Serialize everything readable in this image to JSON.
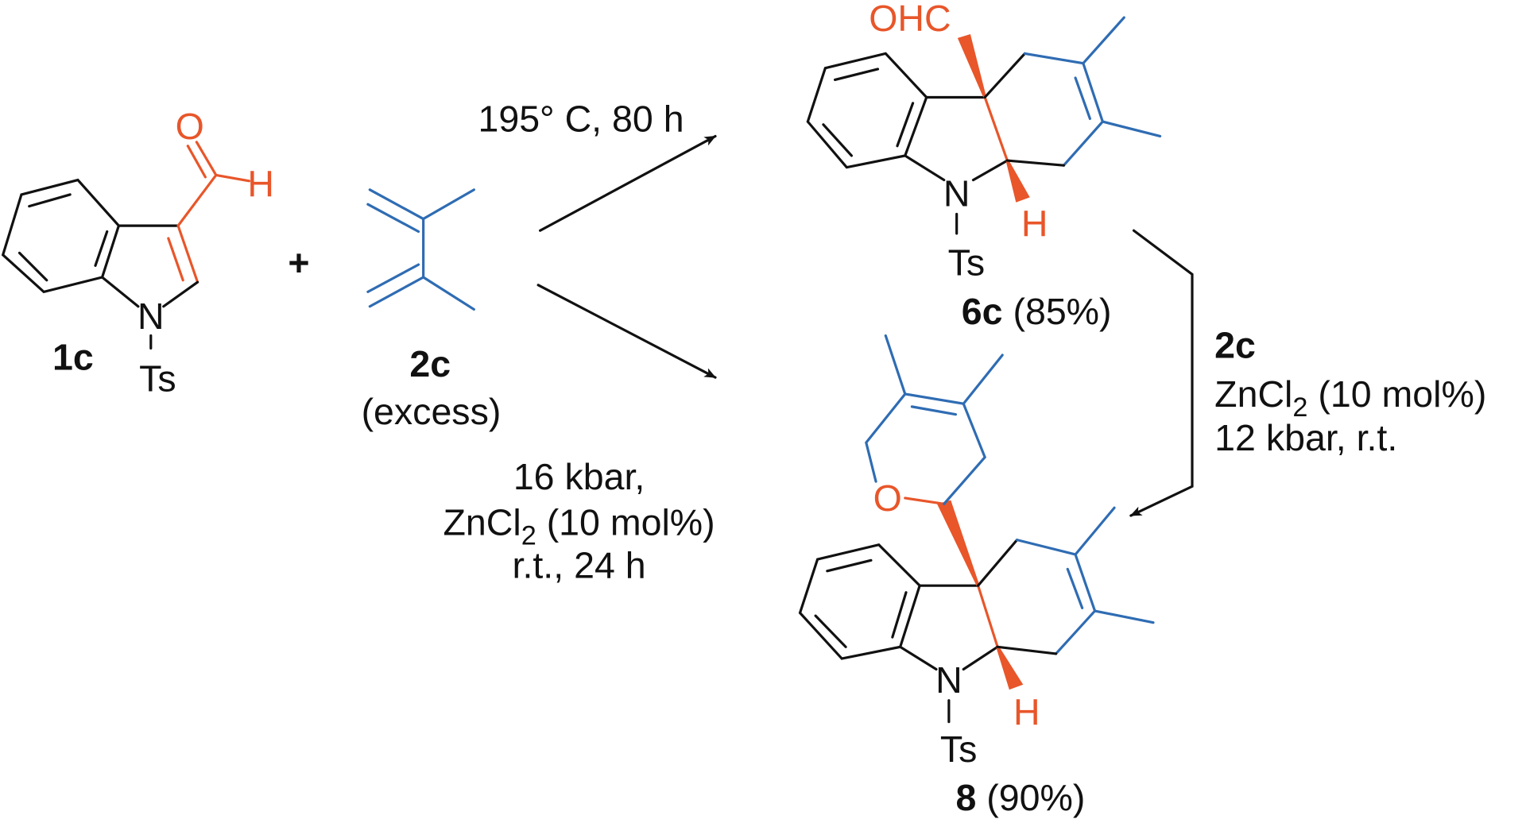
{
  "title": "Reaction scheme of 1c with 2c",
  "colors": {
    "bond": "#111111",
    "aldehyde": "#e8562a",
    "diene": "#2f6cb3"
  },
  "reactant1": {
    "label": "1c",
    "atoms": {
      "O": "O",
      "H": "H",
      "N": "N",
      "Ts": "Ts"
    }
  },
  "plus": "+",
  "reactant2": {
    "label": "2c",
    "note": "(excess)"
  },
  "upper_arrow": {
    "conditions": "195° C, 80 h"
  },
  "lower_arrow": {
    "line1": "16 kbar,",
    "line2_pre": "ZnCl",
    "line2_sub": "2",
    "line2_post": " (10 mol%)",
    "line3": "r.t., 24 h"
  },
  "product_6c": {
    "label": "6c",
    "yield": " (85%)",
    "atoms": {
      "OHC": "OHC",
      "N": "N",
      "H": "H",
      "Ts": "Ts"
    }
  },
  "side_arrow": {
    "reagent": "2c",
    "line2_pre": "ZnCl",
    "line2_sub": "2",
    "line2_post": " (10 mol%)",
    "line3": "12 kbar, r.t."
  },
  "product_8": {
    "label": "8",
    "yield": " (90%)",
    "atoms": {
      "O": "O",
      "N": "N",
      "H": "H",
      "Ts": "Ts"
    }
  }
}
